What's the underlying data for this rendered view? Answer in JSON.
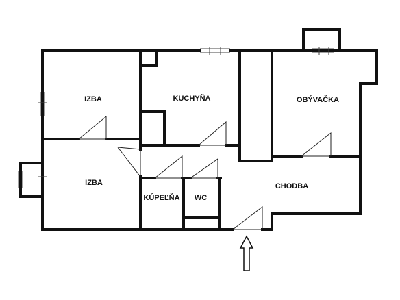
{
  "rooms": {
    "izba_top": "IZBA",
    "kuchyna": "KUCHYŇA",
    "obyvacka": "OBÝVAČKA",
    "izba_bottom": "IZBA",
    "chodba": "CHODBA",
    "kupelna": "KÚPEĽŇA",
    "wc": "WC"
  },
  "entrance_icon": "up-arrow-icon"
}
